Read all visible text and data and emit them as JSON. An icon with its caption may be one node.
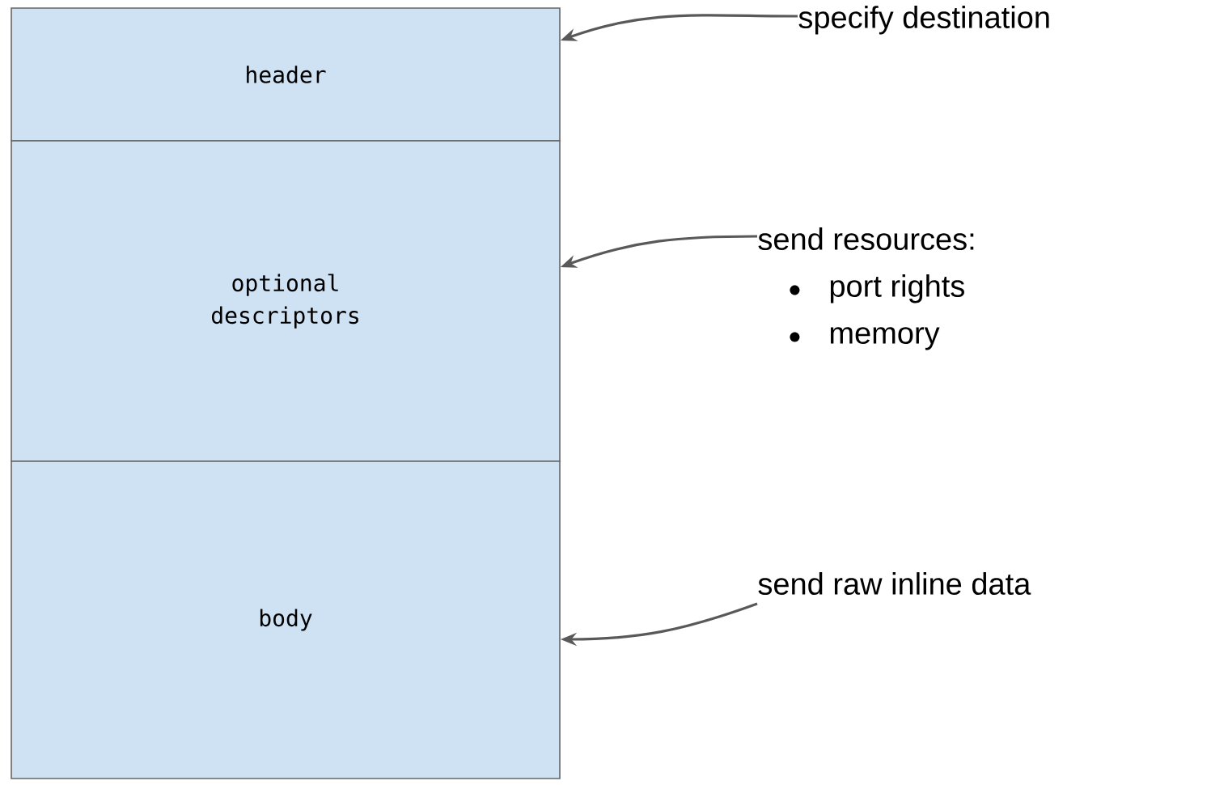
{
  "diagram": {
    "nodes": [
      {
        "text": [
          "header"
        ]
      },
      {
        "text": [
          "optional descriptors"
        ]
      },
      {
        "text": [
          "body"
        ]
      },
      {
        "text": [
          "specify destination"
        ]
      },
      {
        "text": [
          "send resources:",
          "port rights",
          "memory"
        ]
      },
      {
        "text": [
          "send raw inline data"
        ]
      }
    ],
    "edges": [
      {
        "from": 3,
        "to": 0,
        "arrow": "to"
      },
      {
        "from": 4,
        "to": 1,
        "arrow": "to"
      },
      {
        "from": 5,
        "to": 2,
        "arrow": "to"
      }
    ]
  }
}
